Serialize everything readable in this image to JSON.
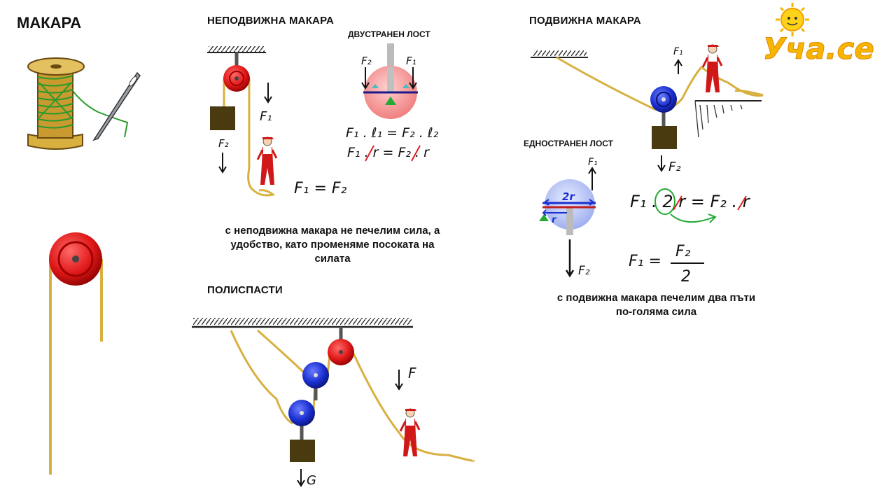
{
  "main_title": "МАКАРА",
  "fixed": {
    "heading": "НЕПОДВИЖНА МАКАРА",
    "lever_heading": "ДВУСТРАНЕН ЛОСТ",
    "caption_lines": [
      "с неподвижна макара не печелим сила, а",
      "удобство, като променяме посоката на",
      "силата"
    ],
    "f1": "F₁",
    "f2": "F₂",
    "eq1": "F₁ . ℓ₁ = F₂ . ℓ₂",
    "eq2": "F₁ . r = F₂ . r",
    "eq3": "F₁ = F₂"
  },
  "movable": {
    "heading": "ПОДВИЖНА МАКАРА",
    "lever_heading": "ЕДНОСТРАНЕН ЛОСТ",
    "caption_lines": [
      "с подвижна макара печелим два пъти",
      "по-голяма сила"
    ],
    "f1": "F₁",
    "f2": "F₂",
    "radius_2r": "2r",
    "radius_r": "r",
    "eq1": "F₁ . 2 r = F₂ . r",
    "eq2_left": "F₁ =",
    "eq2_num": "F₂",
    "eq2_den": "2"
  },
  "pulley_system": {
    "heading": "ПОЛИСПАСТИ",
    "force": "F",
    "weight": "G"
  },
  "logo_text": "Уча.се",
  "colors": {
    "red_pulley": "#e02020",
    "blue_pulley": "#1a2fd0",
    "rope": "#d8b040",
    "weight": "#4a3a10",
    "green": "#22aa33"
  }
}
